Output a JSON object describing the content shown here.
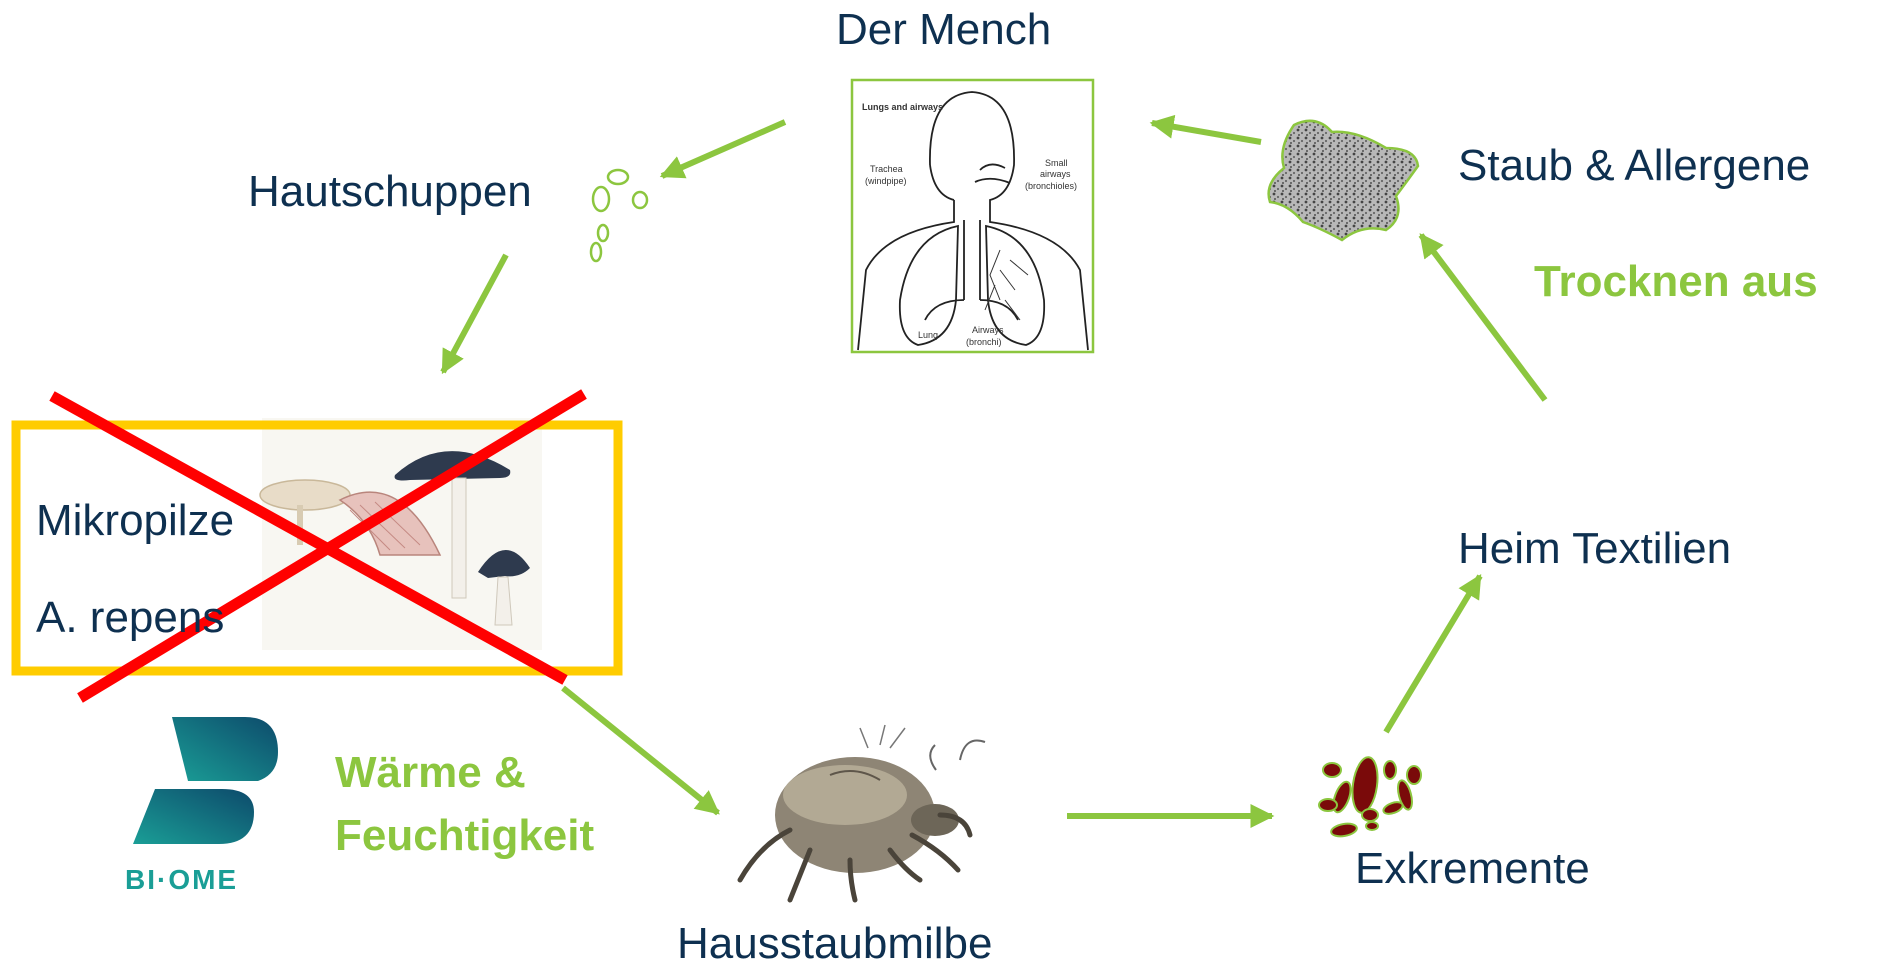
{
  "nodes": {
    "human": "Der Mench",
    "skin_flakes": "Hautschuppen",
    "dust": "Staub & Allergene",
    "textiles": "Heim Textilien",
    "excrement": "Exkremente",
    "mite": "Hausstaubmilbe",
    "fungi_line1": "Mikropilze",
    "fungi_line2": "A. repens"
  },
  "conditions": {
    "dry": "Trocknen aus",
    "warm_line1": "Wärme &",
    "warm_line2": "Feuchtigkeit"
  },
  "lung_figure": {
    "title": "Lungs and airways",
    "trachea": "Trachea",
    "trachea_sub": "(windpipe)",
    "small_airways": "Small",
    "small_airways_2": "airways",
    "small_airways_3": "(bronchioles)",
    "lung": "Lung",
    "airways": "Airways",
    "airways_sub": "(bronchi)"
  },
  "logo": {
    "text": "BI·OME"
  },
  "colors": {
    "arrow": "#8cc63f",
    "label": "#0e3050",
    "highlight_box": "#ffcc00",
    "cross": "#ff0000",
    "logo_gradient_start": "#1a9e96",
    "logo_gradient_end": "#0d4a6b",
    "excrement": "#7a0a0a"
  },
  "icons": [
    "lungs-diagram-icon",
    "skin-flakes-icon",
    "dust-particle-icon",
    "mushroom-icon",
    "dust-mite-icon",
    "excrement-pellets-icon",
    "biome-logo-icon"
  ]
}
